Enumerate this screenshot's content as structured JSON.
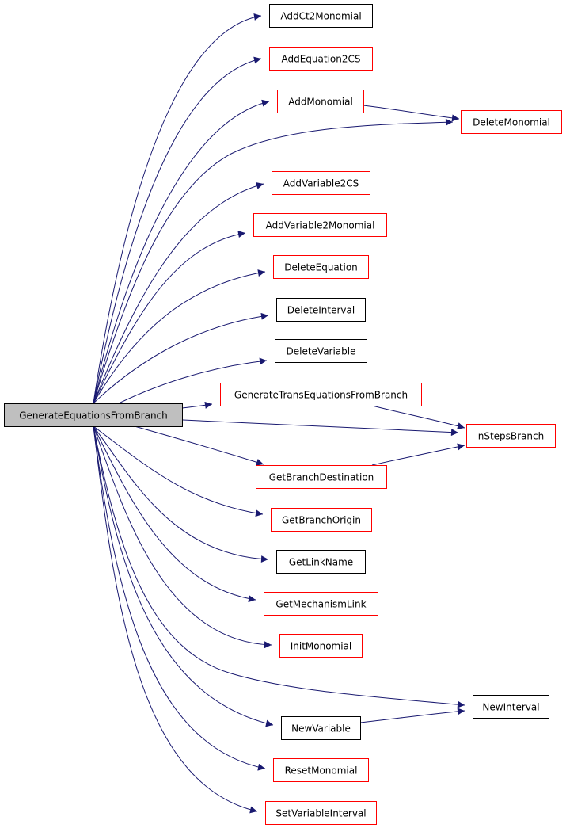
{
  "colors": {
    "edge": "#191970",
    "border_documented": "#000000",
    "border_undocumented": "#ff0000",
    "root_fill": "#bfbfbf",
    "node_fill": "#ffffff"
  },
  "root": {
    "label": "GenerateEquationsFromBranch"
  },
  "nodes": [
    {
      "id": "addct2monomial",
      "label": "AddCt2Monomial",
      "border": "black"
    },
    {
      "id": "addequation2cs",
      "label": "AddEquation2CS",
      "border": "red"
    },
    {
      "id": "addmonomial",
      "label": "AddMonomial",
      "border": "red"
    },
    {
      "id": "deletemonomial",
      "label": "DeleteMonomial",
      "border": "red"
    },
    {
      "id": "addvariable2cs",
      "label": "AddVariable2CS",
      "border": "red"
    },
    {
      "id": "addvariable2monomial",
      "label": "AddVariable2Monomial",
      "border": "red"
    },
    {
      "id": "deleteequation",
      "label": "DeleteEquation",
      "border": "red"
    },
    {
      "id": "deleteinterval",
      "label": "DeleteInterval",
      "border": "black"
    },
    {
      "id": "deletevariable",
      "label": "DeleteVariable",
      "border": "black"
    },
    {
      "id": "generatetransequationsfrombranch",
      "label": "GenerateTransEquationsFromBranch",
      "border": "red"
    },
    {
      "id": "nstepsbranch",
      "label": "nStepsBranch",
      "border": "red"
    },
    {
      "id": "getbranchdestination",
      "label": "GetBranchDestination",
      "border": "red"
    },
    {
      "id": "getbranchorigin",
      "label": "GetBranchOrigin",
      "border": "red"
    },
    {
      "id": "getlinkname",
      "label": "GetLinkName",
      "border": "black"
    },
    {
      "id": "getmechanismlink",
      "label": "GetMechanismLink",
      "border": "red"
    },
    {
      "id": "initmonomial",
      "label": "InitMonomial",
      "border": "red"
    },
    {
      "id": "newinterval",
      "label": "NewInterval",
      "border": "black"
    },
    {
      "id": "newvariable",
      "label": "NewVariable",
      "border": "black"
    },
    {
      "id": "resetmonomial",
      "label": "ResetMonomial",
      "border": "red"
    },
    {
      "id": "setvariableinterval",
      "label": "SetVariableInterval",
      "border": "red"
    }
  ],
  "edges": [
    {
      "from": "root",
      "to": "addct2monomial"
    },
    {
      "from": "root",
      "to": "addequation2cs"
    },
    {
      "from": "root",
      "to": "addmonomial"
    },
    {
      "from": "root",
      "to": "deletemonomial"
    },
    {
      "from": "addmonomial",
      "to": "deletemonomial"
    },
    {
      "from": "root",
      "to": "addvariable2cs"
    },
    {
      "from": "root",
      "to": "addvariable2monomial"
    },
    {
      "from": "root",
      "to": "deleteequation"
    },
    {
      "from": "root",
      "to": "deleteinterval"
    },
    {
      "from": "root",
      "to": "deletevariable"
    },
    {
      "from": "root",
      "to": "generatetransequationsfrombranch"
    },
    {
      "from": "generatetransequationsfrombranch",
      "to": "nstepsbranch"
    },
    {
      "from": "root",
      "to": "nstepsbranch"
    },
    {
      "from": "root",
      "to": "getbranchdestination"
    },
    {
      "from": "getbranchdestination",
      "to": "nstepsbranch"
    },
    {
      "from": "root",
      "to": "getbranchorigin"
    },
    {
      "from": "root",
      "to": "getlinkname"
    },
    {
      "from": "root",
      "to": "getmechanismlink"
    },
    {
      "from": "root",
      "to": "initmonomial"
    },
    {
      "from": "root",
      "to": "newinterval"
    },
    {
      "from": "root",
      "to": "newvariable"
    },
    {
      "from": "newvariable",
      "to": "newinterval"
    },
    {
      "from": "root",
      "to": "resetmonomial"
    },
    {
      "from": "root",
      "to": "setvariableinterval"
    }
  ]
}
